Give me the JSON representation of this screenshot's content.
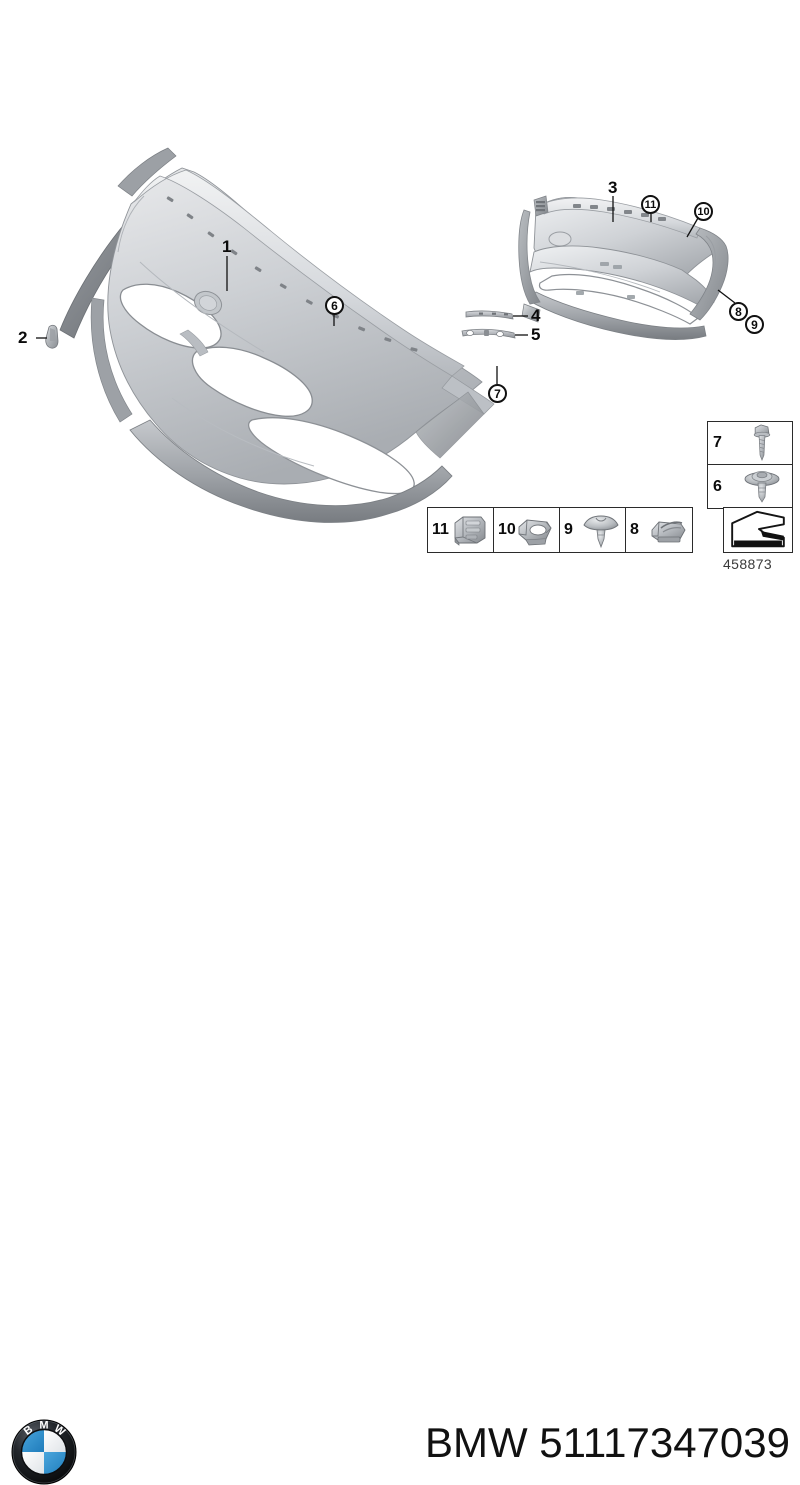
{
  "diagram": {
    "title": "BMW front bumper trim panel exploded parts diagram",
    "diagram_id": "458873",
    "background_color": "#ffffff",
    "line_color": "#111111"
  },
  "callouts": [
    {
      "id": "1",
      "label": "1",
      "style": "plain",
      "target": "front bumper trim panel"
    },
    {
      "id": "2",
      "label": "2",
      "style": "plain",
      "target": "small clip bracket"
    },
    {
      "id": "3",
      "label": "3",
      "style": "plain",
      "target": "side bumper section"
    },
    {
      "id": "4",
      "label": "4",
      "style": "plain",
      "target": "upper strip"
    },
    {
      "id": "5",
      "label": "5",
      "style": "plain",
      "target": "lower strip"
    },
    {
      "id": "6",
      "label": "6",
      "style": "circled",
      "target": "expanding rivet"
    },
    {
      "id": "7",
      "label": "7",
      "style": "circled",
      "target": "screw"
    },
    {
      "id": "8",
      "label": "8",
      "style": "circled",
      "target": "clamp"
    },
    {
      "id": "9",
      "label": "9",
      "style": "circled",
      "target": "expanding rivet"
    },
    {
      "id": "10",
      "label": "10",
      "style": "circled",
      "target": "clip"
    },
    {
      "id": "11",
      "label": "11",
      "style": "circled",
      "target": "bracket"
    }
  ],
  "legend_row": {
    "items": [
      {
        "number": "11",
        "art": "bracket-icon"
      },
      {
        "number": "10",
        "art": "clip-icon"
      },
      {
        "number": "9",
        "art": "rivet-icon"
      },
      {
        "number": "8",
        "art": "clamp-icon"
      }
    ],
    "arrow_cell": {
      "art": "direction-arrow-icon"
    }
  },
  "legend_fasteners": {
    "items": [
      {
        "number": "7",
        "art": "screw-icon"
      },
      {
        "number": "6",
        "art": "expanding-rivet-icon"
      }
    ]
  },
  "footer": {
    "brand": "BMW",
    "part_number": "51117347039",
    "combined": "BMW 51117347039",
    "logo": "bmw-roundel-logo",
    "logo_text": "BMW",
    "logo_colors": {
      "blue": "#2a8fd0",
      "white": "#ffffff",
      "black": "#0d0d0d"
    }
  }
}
